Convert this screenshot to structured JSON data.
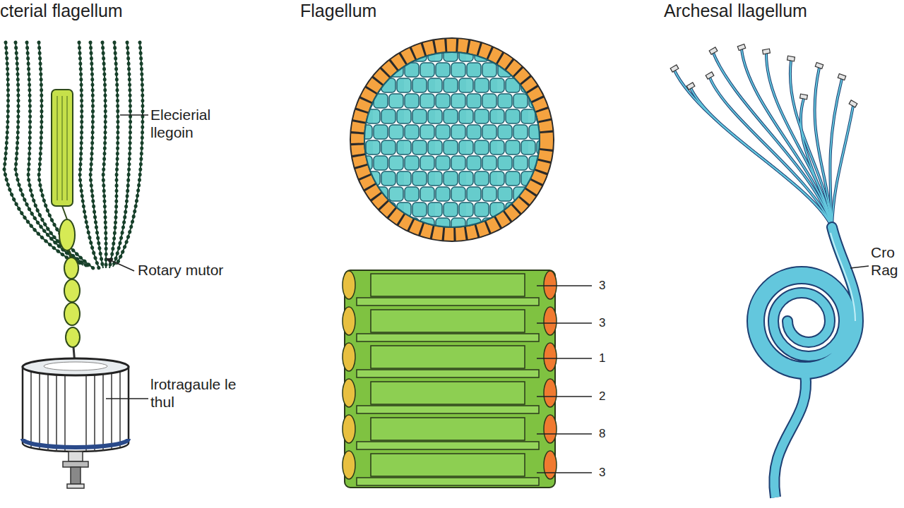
{
  "diagram": {
    "labels": [
      "cterial flagellum",
      "Flagellum",
      "Archesal llagellum",
      "Elecierial llegoin",
      "Rotary mutor",
      "lrotragaule le thul",
      "3",
      "3",
      "1",
      "2",
      "8",
      "3",
      "Cro Rag"
    ]
  }
}
